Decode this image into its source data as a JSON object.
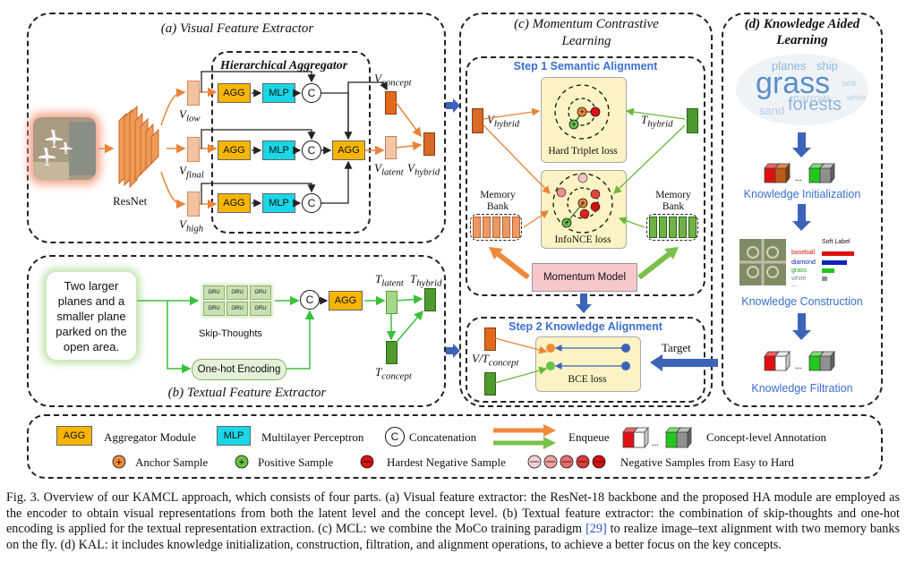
{
  "panel_a": {
    "title": "(a) Visual Feature Extractor",
    "ha_title": "Hierarchical Aggregator",
    "resnet": "ResNet",
    "v_low": "V",
    "v_low_sub": "low",
    "v_final": "V",
    "v_final_sub": "final",
    "v_high": "V",
    "v_high_sub": "high",
    "v_concept": "V",
    "v_concept_sub": "concept",
    "v_latent": "V",
    "v_latent_sub": "latent",
    "v_hybrid": "V",
    "v_hybrid_sub": "hybrid",
    "agg": "AGG",
    "mlp": "MLP",
    "concat": "C"
  },
  "panel_b": {
    "title": "(b) Textual Feature Extractor",
    "text_input": "Two larger planes and a smaller plane parked on the open area.",
    "gru": "GRU",
    "skip_thoughts": "Skip-Thoughts",
    "one_hot": "One-hot Encoding",
    "agg": "AGG",
    "concat": "C",
    "t_latent": "T",
    "t_latent_sub": "latent",
    "t_hybrid": "T",
    "t_hybrid_sub": "hybrid",
    "t_concept": "T",
    "t_concept_sub": "concept"
  },
  "panel_c": {
    "title_line1": "(c) Momentum Contrastive",
    "title_line2": "Learning",
    "step1": "Step 1  Semantic Alignment",
    "v_hybrid": "V",
    "v_hybrid_sub": "hybrid",
    "t_hybrid": "T",
    "t_hybrid_sub": "hybrid",
    "hard_triplet": "Hard Triplet loss",
    "infonce": "InfoNCE loss",
    "memory_bank": "Memory Bank",
    "momentum_model": "Momentum  Model",
    "step2": "Step 2  Knowledge Alignment",
    "vt_concept": "V/T",
    "vt_concept_sub": "concept",
    "bce": "BCE loss",
    "target": "Target"
  },
  "panel_d": {
    "title_line1": "(d) Knowledge Aided",
    "title_line2": "Learning",
    "wordcloud": [
      "planes",
      "ship",
      "grass",
      "forests",
      "narrow",
      "sand",
      "sea",
      "white"
    ],
    "knowledge_init": "Knowledge Initialization",
    "soft_label": "Soft Label",
    "soft_items": [
      "baseball",
      "diamond",
      "grass",
      "white",
      "..."
    ],
    "knowledge_construction": "Knowledge Construction",
    "knowledge_filtration": "Knowledge Filtration"
  },
  "legend": {
    "agg": "AGG",
    "agg_desc": "Aggregator Module",
    "mlp": "MLP",
    "mlp_desc": "Multilayer Perceptron",
    "concat": "C",
    "concat_desc": "Concatenation",
    "enqueue": "Enqueue",
    "concept_annotation": "Concept-level Annotation",
    "anchor": "Anchor Sample",
    "positive": "Positive Sample",
    "hardest_negative": "Hardest Negative Sample",
    "negatives": "Negative Samples from Easy to Hard"
  },
  "caption": {
    "part1": "Fig. 3.   Overview of our KAMCL approach, which consists of four parts. (a) Visual feature extractor: the ResNet-18 backbone and the proposed HA module are employed as the encoder to obtain visual representations from both the latent level and the concept level. (b) Textual feature extractor: the combination of skip-thoughts and one-hot encoding is applied for the textual representation extraction. (c) MCL: we combine the MoCo training paradigm ",
    "ref": "[29]",
    "part2": " to realize image–text alignment with two memory banks on the fly. (d) KAL: it includes knowledge initialization, construction, filtration, and alignment operations, to achieve a better focus on the key concepts."
  },
  "colors": {
    "agg": "#f7b500",
    "mlp": "#19d7e6",
    "visual": "#e8843a",
    "text": "#7cc04a",
    "arrow_blue": "#3d63b8",
    "loss_bg": "#fbf3c4",
    "momentum_bg": "#f7c7cc"
  }
}
